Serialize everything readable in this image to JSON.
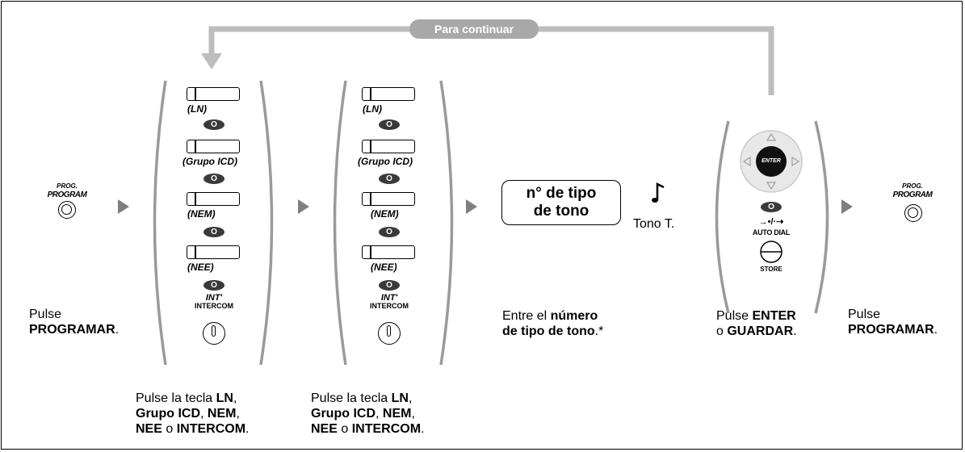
{
  "top_banner": {
    "label": "Para continuar"
  },
  "step1": {
    "button_small": "PROG.",
    "button_big": "PROGRAM",
    "caption_line1": "Pulse",
    "caption_line2": "PROGRAMAR",
    "caption_line2_suffix": "."
  },
  "key_groups": [
    {
      "keys": [
        "(LN)",
        "(Grupo ICD)",
        "(NEM)",
        "(NEE)"
      ],
      "o_label": "O",
      "int_label": "INT'",
      "intercom_label": "INTERCOM",
      "caption": {
        "line1_pre": "Pulse la tecla ",
        "line1_bold": "LN",
        "line1_post": ",",
        "line2_bold": "Grupo ICD",
        "line2_mid": ", ",
        "line2_bold2": "NEM",
        "line2_post": ",",
        "line3_bold": "NEE",
        "line3_mid": " o ",
        "line3_bold2": "INTERCOM",
        "line3_post": "."
      }
    },
    {
      "keys": [
        "(LN)",
        "(Grupo ICD)",
        "(NEM)",
        "(NEE)"
      ],
      "o_label": "O",
      "int_label": "INT'",
      "intercom_label": "INTERCOM",
      "caption": {
        "line1_pre": "Pulse la tecla ",
        "line1_bold": "LN",
        "line1_post": ",",
        "line2_bold": "Grupo ICD",
        "line2_mid": ", ",
        "line2_bold2": "NEM",
        "line2_post": ",",
        "line3_bold": "NEE",
        "line3_mid": " o ",
        "line3_bold2": "INTERCOM",
        "line3_post": "."
      }
    }
  ],
  "entry": {
    "box_line1": "n° de tipo",
    "box_line2": "de tono",
    "caption_pre": "Entre el ",
    "caption_bold1": "número",
    "caption_bold2": "de tipo de tono",
    "caption_post": ".*"
  },
  "tone": {
    "label": "Tono T."
  },
  "enter_group": {
    "enter_label": "ENTER",
    "o_label": "O",
    "auto_dial_label": "AUTO DIAL",
    "store_label": "STORE",
    "arrows_label": "→•/·⇢",
    "caption_pre": "Pulse ",
    "caption_bold1": "ENTER",
    "caption_line2_pre": "o ",
    "caption_bold2": "GUARDAR",
    "caption_post": "."
  },
  "step_last": {
    "button_small": "PROG.",
    "button_big": "PROGRAM",
    "caption_line1": "Pulse",
    "caption_line2": "PROGRAMAR",
    "caption_line2_suffix": "."
  },
  "colors": {
    "arrow_gray": "#7f7f7f",
    "loop_gray": "#bdbdbd",
    "button_dark": "#3a3a3a"
  }
}
